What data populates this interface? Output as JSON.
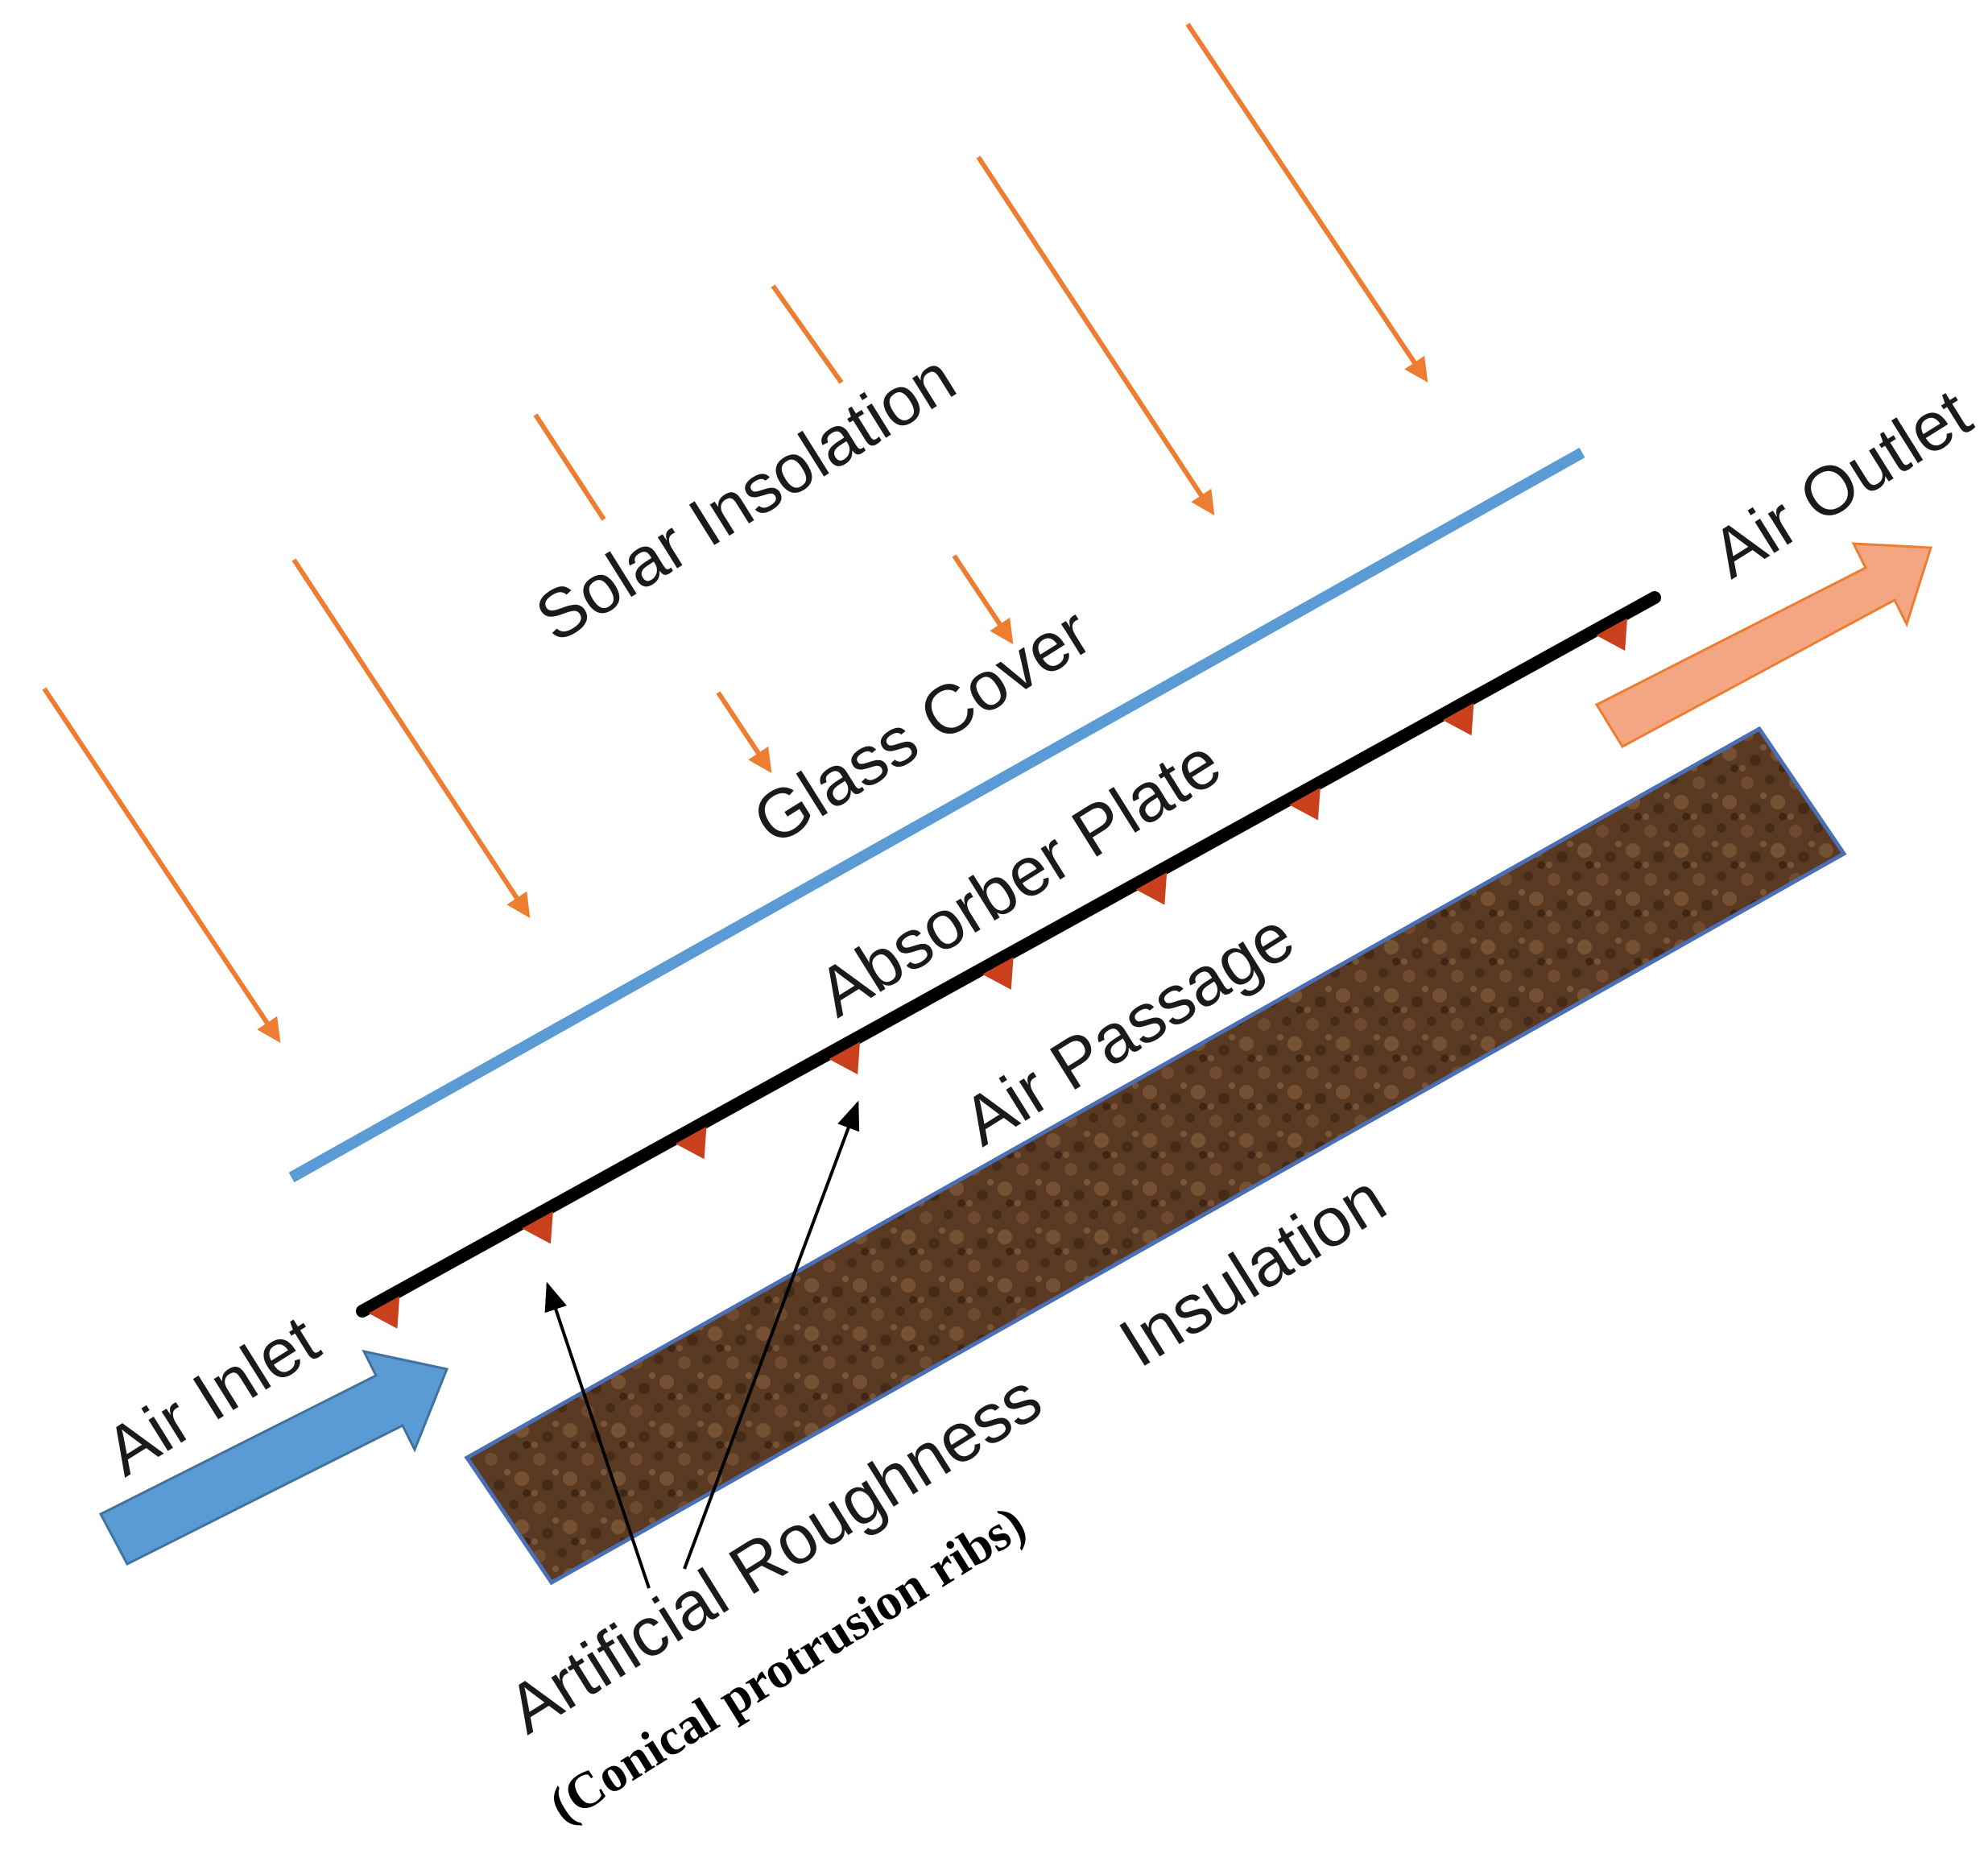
{
  "labels": {
    "solar_insolation": "Solar Insolation",
    "glass_cover": "Glass Cover",
    "absorber_plate": "Absorber Plate",
    "air_passage": "Air Passage",
    "insulation": "Insulation",
    "air_inlet": "Air Inlet",
    "air_outlet": "Air Outlet",
    "artificial_roughness": "Artificial Roughness",
    "rib_type": "(Conical protrusion ribs)"
  },
  "colors": {
    "sun_ray": "#ed7d31",
    "glass_cover": "#5b9bd5",
    "absorber_plate": "#000000",
    "rib": "#c9401c",
    "insulation": "#5a3a22",
    "air_inlet_arrow": "#5b9bd5",
    "air_outlet_arrow": "#f4a582"
  },
  "icons": {
    "sun_ray": "diagonal-arrow-icon",
    "air_flow": "block-arrow-icon",
    "rib": "triangle-icon"
  }
}
